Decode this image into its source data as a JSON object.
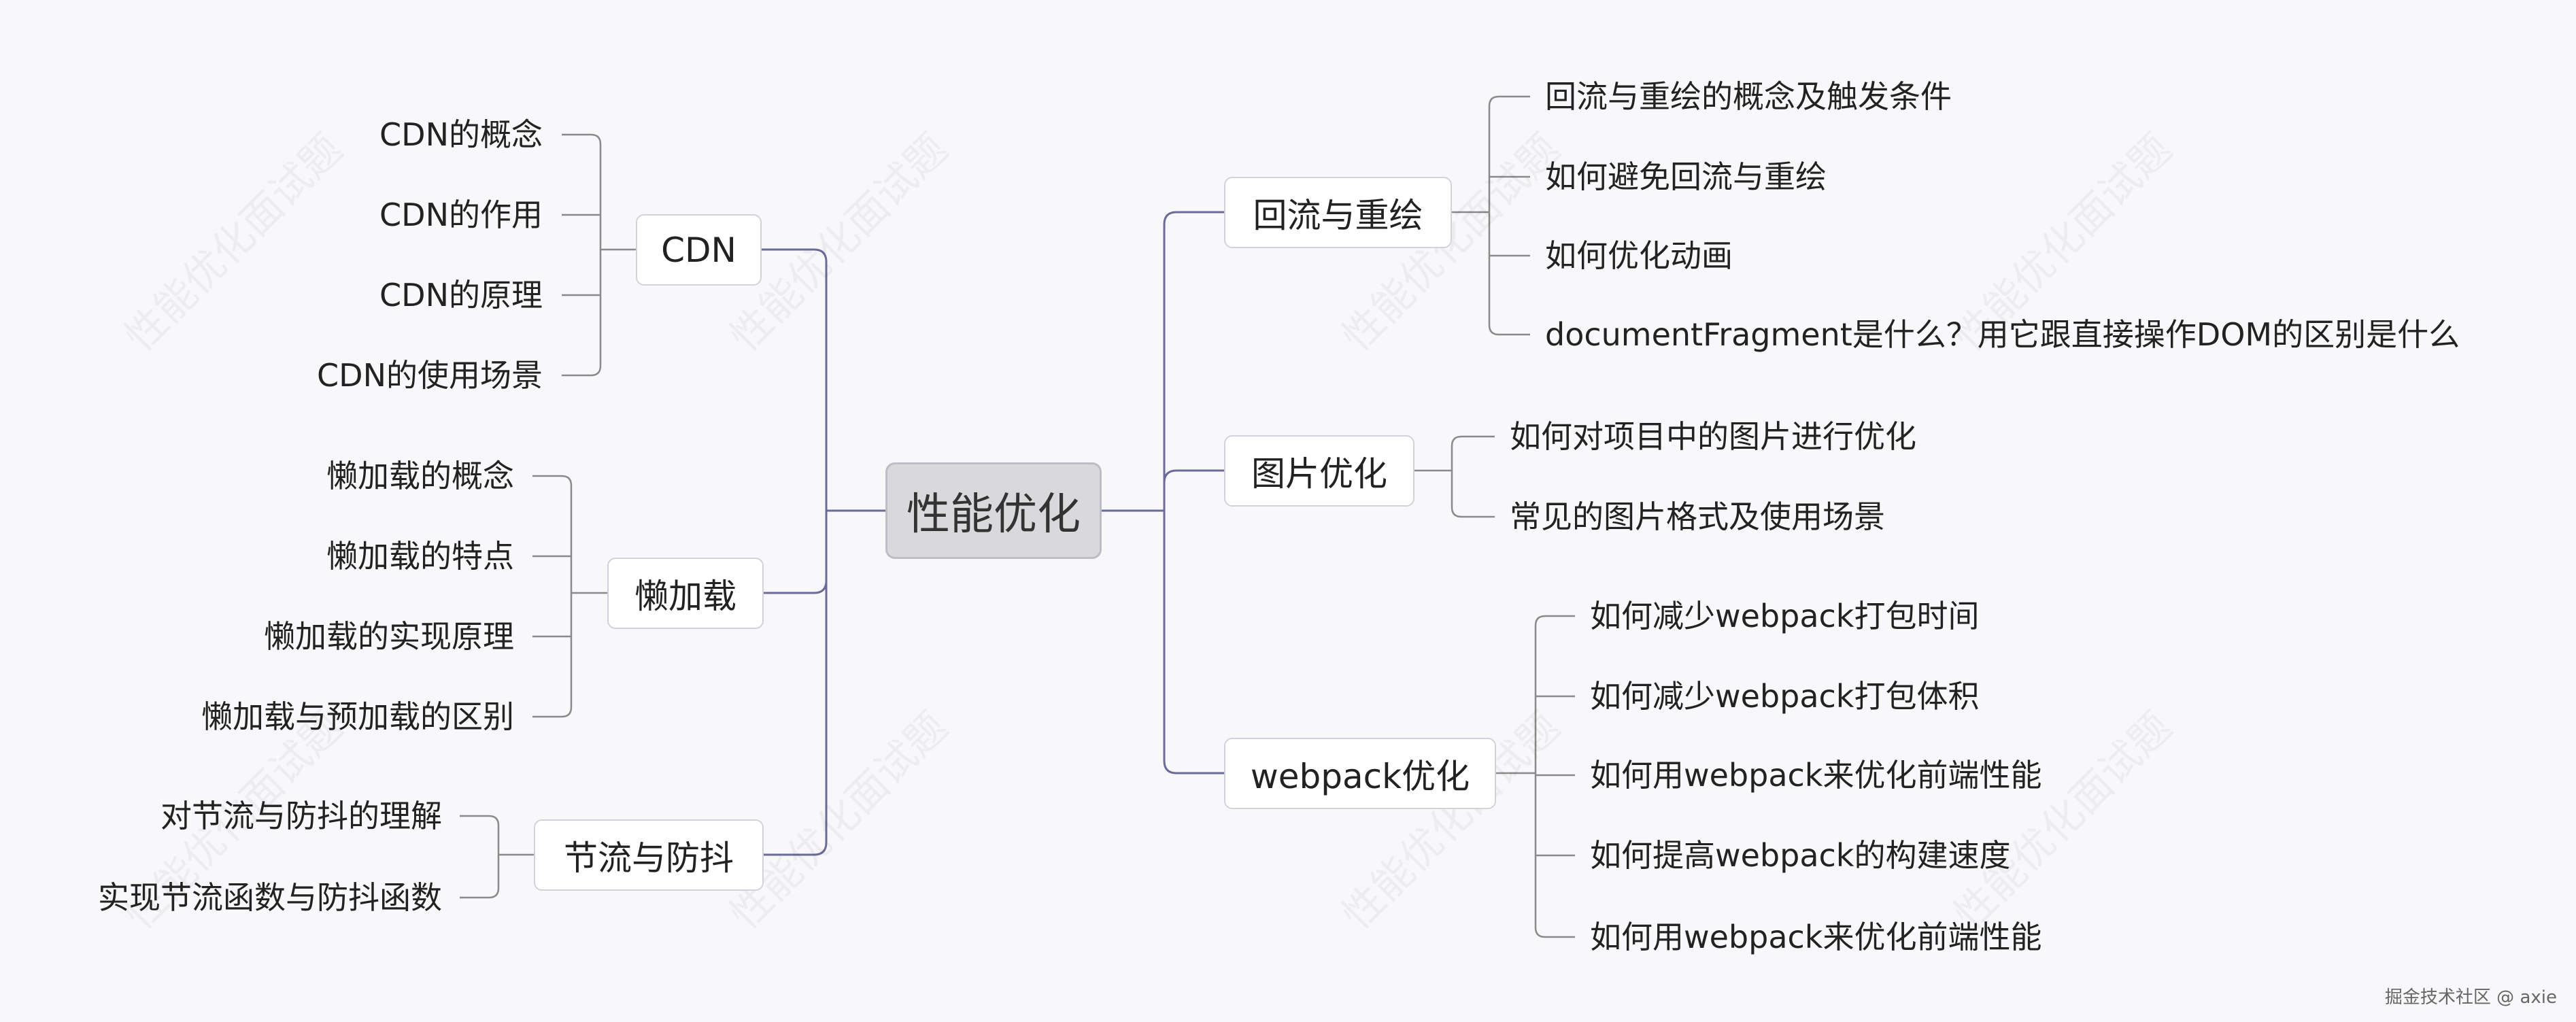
{
  "root": "性能优化",
  "left": [
    {
      "label": "CDN",
      "items": [
        "CDN的概念",
        "CDN的作用",
        "CDN的原理",
        "CDN的使用场景"
      ]
    },
    {
      "label": "懒加载",
      "items": [
        "懒加载的概念",
        "懒加载的特点",
        "懒加载的实现原理",
        "懒加载与预加载的区别"
      ]
    },
    {
      "label": "节流与防抖",
      "items": [
        "对节流与防抖的理解",
        "实现节流函数与防抖函数"
      ]
    }
  ],
  "right": [
    {
      "label": "回流与重绘",
      "items": [
        "回流与重绘的概念及触发条件",
        "如何避免回流与重绘",
        "如何优化动画",
        "documentFragment是什么？用它跟直接操作DOM的区别是什么"
      ]
    },
    {
      "label": "图片优化",
      "items": [
        "如何对项目中的图片进行优化",
        "常见的图片格式及使用场景"
      ]
    },
    {
      "label": "webpack优化",
      "items": [
        "如何减少webpack打包时间",
        "如何减少webpack打包体积",
        "如何用webpack来优化前端性能",
        "如何提高webpack的构建速度",
        "如何用webpack来优化前端性能"
      ]
    }
  ],
  "watermark": "性能优化面试题",
  "credit": "掘金技术社区 @ axie",
  "colors": {
    "root_connector": "#6b6a9a",
    "branch_connector": "#8a8a8a",
    "background": "#f8f8fa"
  }
}
